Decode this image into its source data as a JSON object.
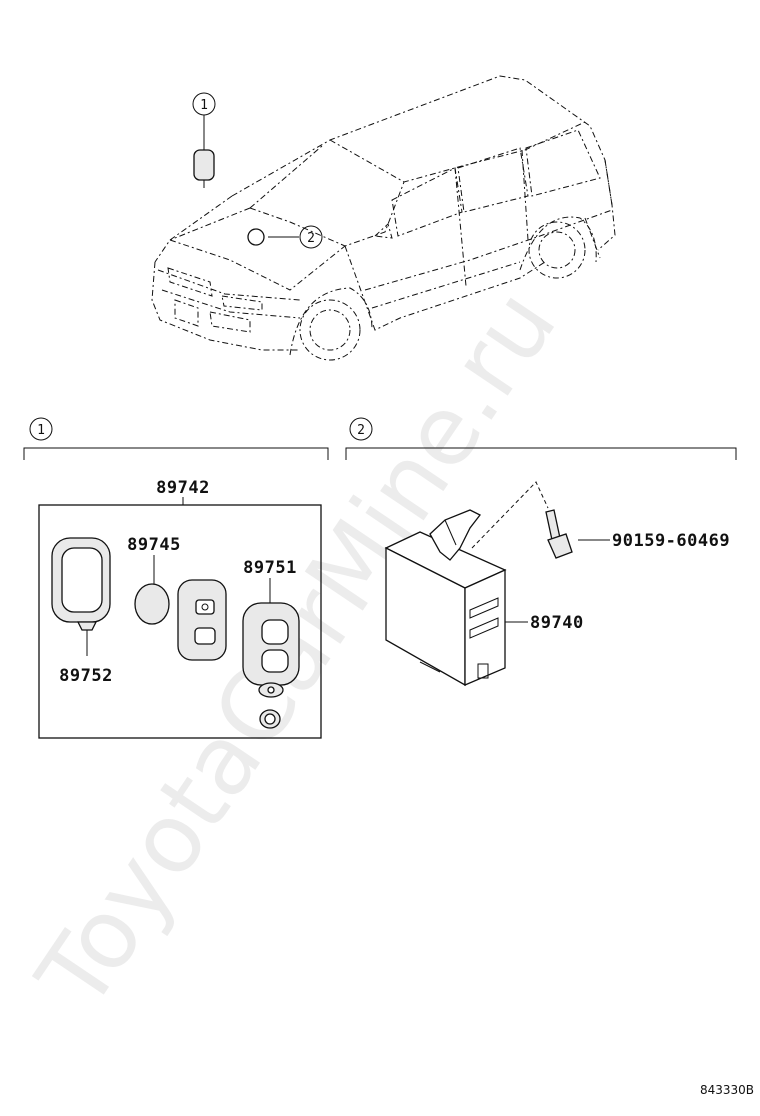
{
  "watermark": "ToyotaCarMine.ru",
  "diagram_code": "843330B",
  "callouts": {
    "c1": "1",
    "c2": "2",
    "sec1": "1",
    "sec2": "2"
  },
  "parts": {
    "kit": "89742",
    "battery": "89745",
    "transmitter": "89751",
    "cover": "89752",
    "receiver": "89740",
    "bolt": "90159-60469"
  }
}
